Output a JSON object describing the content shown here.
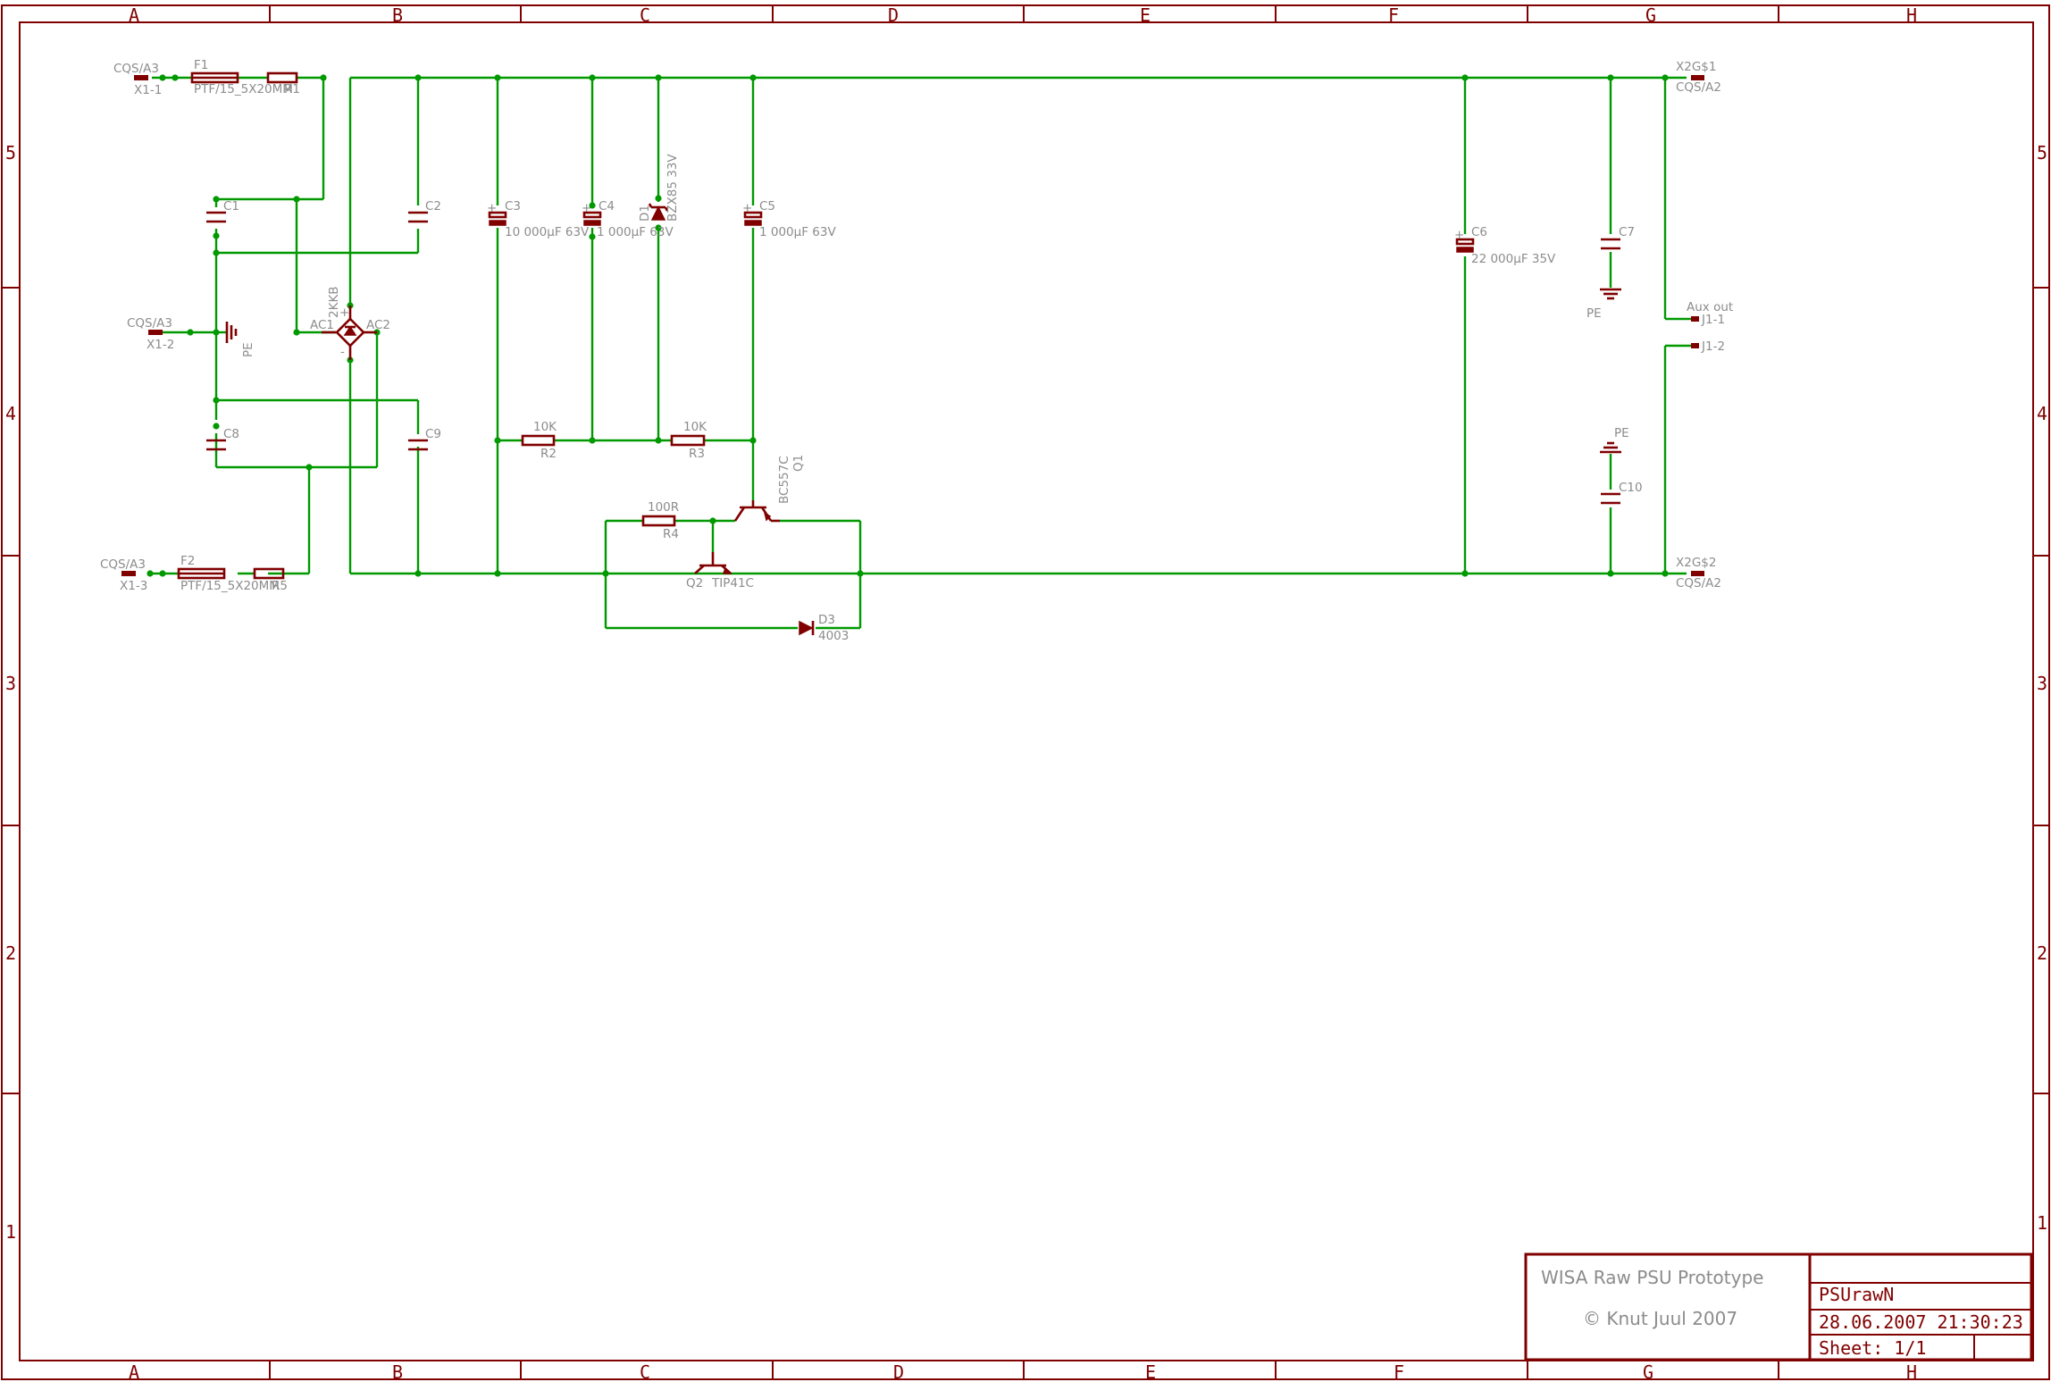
{
  "sheet": {
    "columns": [
      "A",
      "B",
      "C",
      "D",
      "E",
      "F",
      "G",
      "H"
    ],
    "rows": [
      "5",
      "4",
      "3",
      "2",
      "1"
    ]
  },
  "title_block": {
    "title": "WISA Raw PSU Prototype",
    "copyright": "© Knut Juul 2007",
    "name": "PSUrawN",
    "date": "28.06.2007  21:30:23",
    "sheet": "Sheet: 1/1"
  },
  "labels": {
    "x1_1_type": "CQS/A3",
    "x1_1": "X1-1",
    "x1_2_type": "CQS/A3",
    "x1_2": "X1-2",
    "x1_3_type": "CQS/A3",
    "x1_3": "X1-3",
    "f1": "F1",
    "f1_val": "PTF/15_5X20MM",
    "r1": "R1",
    "f2": "F2",
    "f2_val": "PTF/15_5X20MM",
    "r5": "R5",
    "c1": "C1",
    "c2": "C2",
    "c8": "C8",
    "c9": "C9",
    "pe_left": "PE",
    "bridge": "2KKB",
    "ac1": "AC1",
    "ac2": "AC2",
    "plus": "+",
    "minus": "-",
    "c3": "C3",
    "c3_val": "10 000µF 63V",
    "c4": "C4",
    "c4_val": "1 000µF 63V",
    "d1": "D1",
    "d1_val": "BZX85 33V",
    "c5": "C5",
    "c5_val": "1 000µF   63V",
    "r2_val": "10K",
    "r2": "R2",
    "r3_val": "10K",
    "r3": "R3",
    "q1": "Q1",
    "q1_val": "BC557C",
    "r4_val": "100R",
    "r4": "R4",
    "q2": "Q2",
    "q2_val": "TIP41C",
    "d3": "D3",
    "d3_val": "4003",
    "c6": "C6",
    "c6_val": "22 000µF 35V",
    "c7": "C7",
    "pe_c7": "PE",
    "aux": "Aux out",
    "j1_1": "J1-1",
    "j1_2": "J1-2",
    "pe_c10": "PE",
    "c10": "C10",
    "x2g1": "X2G$1",
    "x2g1_type": "CQS/A2",
    "x2g2": "X2G$2",
    "x2g2_type": "CQS/A2"
  }
}
